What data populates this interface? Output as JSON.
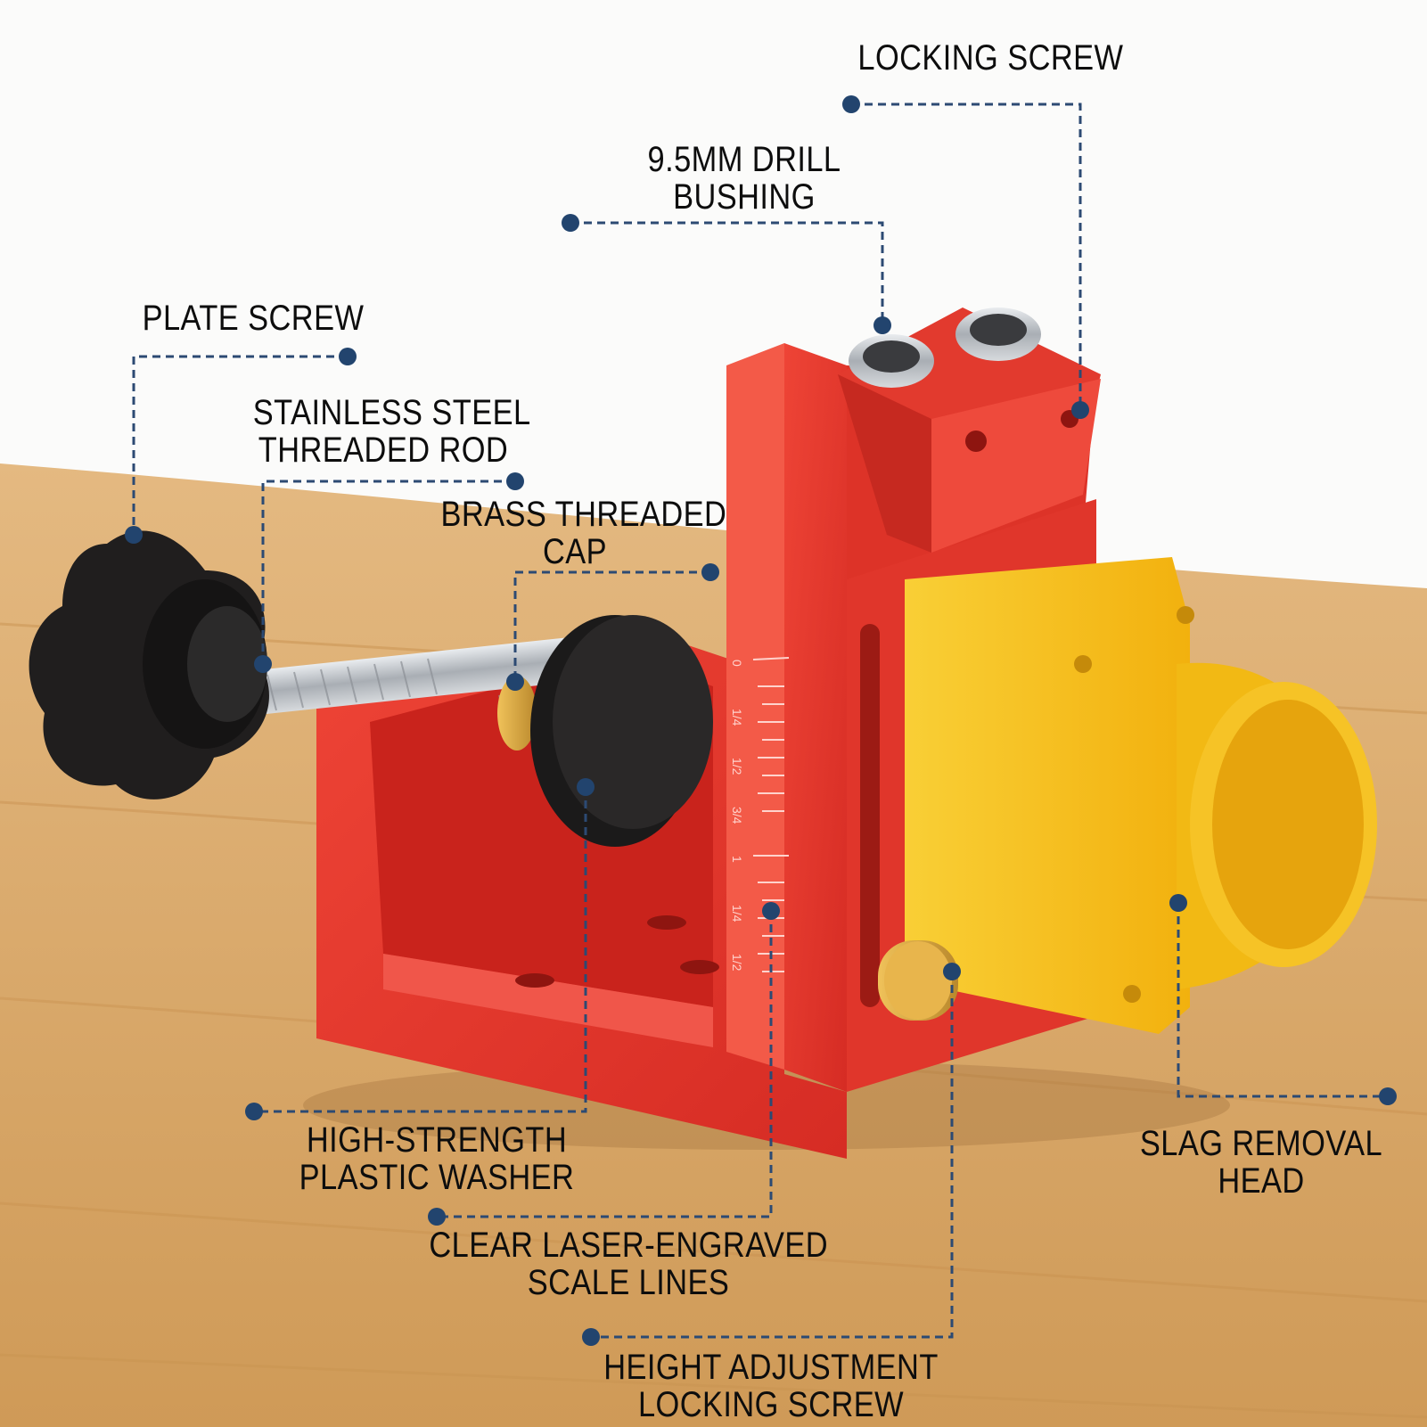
{
  "colors": {
    "background": "#fbfbfa",
    "wood": "#dcaa6b",
    "jig_red": "#e8392f",
    "guide_yellow": "#f7c21a",
    "knob_black": "#1e1c1c",
    "brass": "#d4a43c",
    "steel": "#c9ccd0",
    "leader_line": "#2c4a73"
  },
  "scale_marks": [
    "0",
    "1/4",
    "1/2",
    "3/4",
    "1",
    "1/4",
    "1/2"
  ],
  "labels": {
    "locking_screw": "LOCKING SCREW",
    "drill_bushing": {
      "line1": "9.5MM DRILL",
      "line2": "BUSHING"
    },
    "plate_screw": "PLATE SCREW",
    "threaded_rod": {
      "line1": "STAINLESS STEEL",
      "line2": "THREADED ROD"
    },
    "brass_cap": {
      "line1": "BRASS THREADED",
      "line2": "CAP"
    },
    "plastic_washer": {
      "line1": "HIGH-STRENGTH",
      "line2": "PLASTIC WASHER"
    },
    "scale_lines": {
      "line1": "CLEAR LASER-ENGRAVED",
      "line2": "SCALE LINES"
    },
    "height_locking_screw": {
      "line1": "HEIGHT ADJUSTMENT",
      "line2": "LOCKING SCREW"
    },
    "slag_removal_head": {
      "line1": "SLAG REMOVAL",
      "line2": "HEAD"
    }
  }
}
